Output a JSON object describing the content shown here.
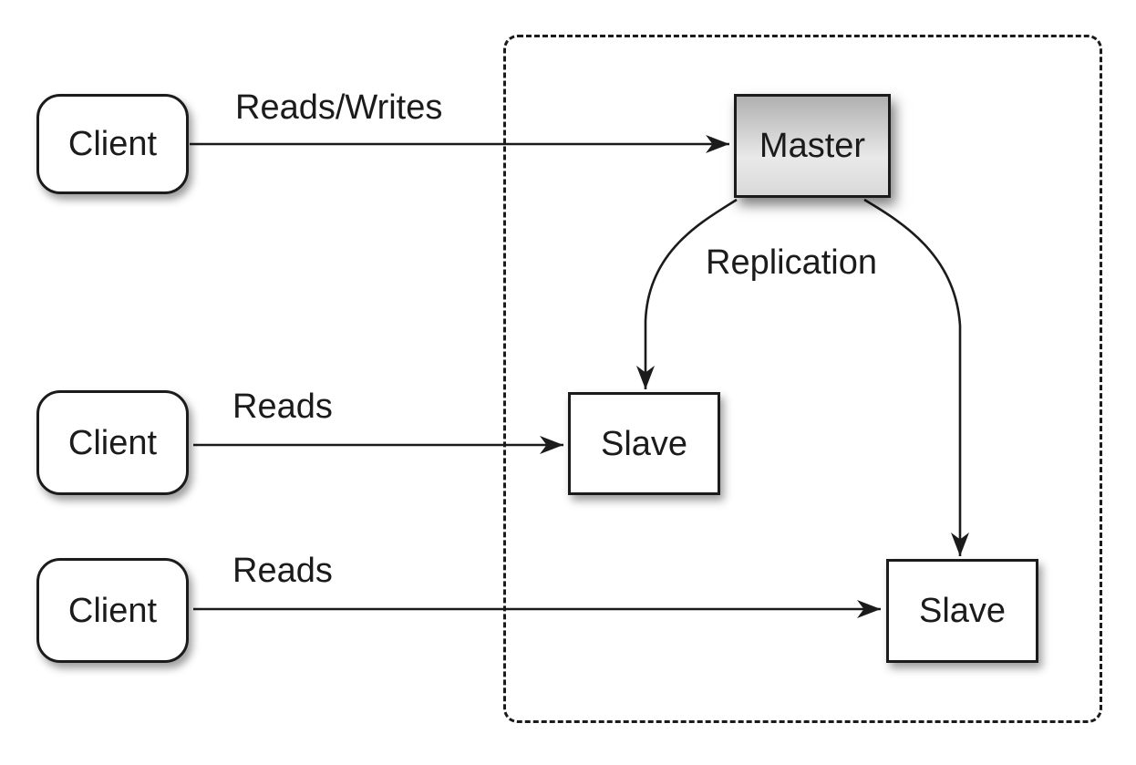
{
  "diagram": {
    "type": "master-slave-replication-diagram",
    "nodes": {
      "client1": {
        "label": "Client"
      },
      "client2": {
        "label": "Client"
      },
      "client3": {
        "label": "Client"
      },
      "master": {
        "label": "Master"
      },
      "slave1": {
        "label": "Slave"
      },
      "slave2": {
        "label": "Slave"
      }
    },
    "edge_labels": {
      "client1_master": "Reads/Writes",
      "client2_slave1": "Reads",
      "client3_slave2": "Reads",
      "replication": "Replication"
    },
    "colors": {
      "stroke": "#1b1b1b",
      "canvas_background": "#ffffff",
      "node_fill": "#ffffff",
      "master_fill_top": "#b0b0b0",
      "master_fill_bottom": "#d9d9d9"
    }
  }
}
